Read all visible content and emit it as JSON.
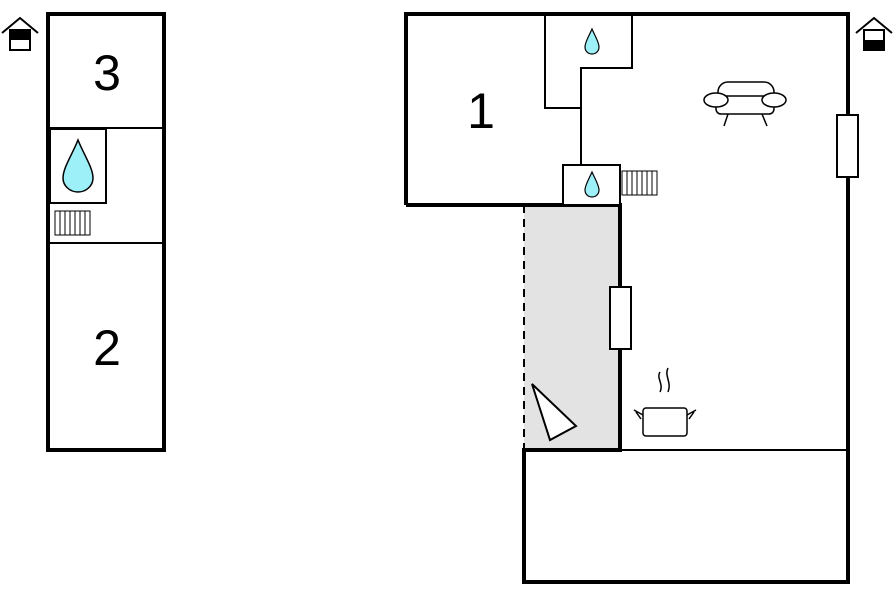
{
  "floorplan": {
    "rooms": [
      {
        "label": "3"
      },
      {
        "label": "2"
      },
      {
        "label": "1"
      }
    ],
    "legend_icons": {
      "floor_indicator_left": "house-floor-upper-icon",
      "floor_indicator_right": "house-floor-lower-icon",
      "water": "water-drop-icon",
      "heater": "radiator-icon",
      "sofa": "sofa-icon",
      "window": "window-icon",
      "kitchen": "cooking-pot-icon",
      "entrance": "entrance-arrow-icon"
    },
    "colors": {
      "wall": "#000000",
      "water": "#9ef0f8",
      "terrace": "#e3e3e3"
    }
  }
}
